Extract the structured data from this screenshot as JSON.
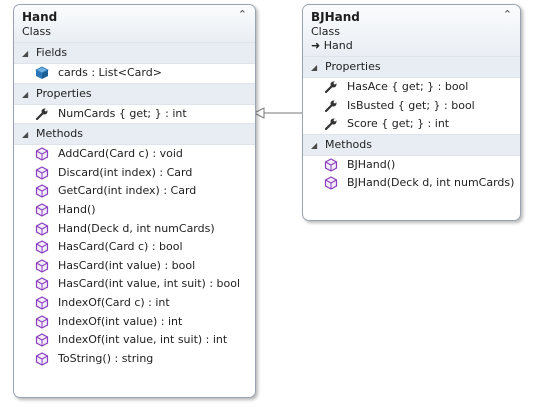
{
  "classes": {
    "hand": {
      "name": "Hand",
      "stereotype": "Class",
      "fields_label": "Fields",
      "fields": [
        "cards : List<Card>"
      ],
      "properties_label": "Properties",
      "properties": [
        "NumCards { get; } : int"
      ],
      "methods_label": "Methods",
      "methods": [
        "AddCard(Card c) : void",
        "Discard(int index) : Card",
        "GetCard(int index) : Card",
        "Hand()",
        "Hand(Deck d, int numCards)",
        "HasCard(Card c) : bool",
        "HasCard(int value) : bool",
        "HasCard(int value, int suit) : bool",
        "IndexOf(Card c) : int",
        "IndexOf(int value) : int",
        "IndexOf(int value, int suit) : int",
        "ToString() : string"
      ]
    },
    "bjhand": {
      "name": "BJHand",
      "stereotype": "Class",
      "base": "Hand",
      "properties_label": "Properties",
      "properties": [
        "HasAce { get; } : bool",
        "IsBusted { get; } : bool",
        "Score { get; } : int"
      ],
      "methods_label": "Methods",
      "methods": [
        "BJHand()",
        "BJHand(Deck d, int numCards)"
      ]
    }
  },
  "icons": {
    "collapse": "double-chevron-up-icon",
    "section_toggle": "triangle-down-icon",
    "field": "field-cube-icon",
    "property": "wrench-icon",
    "method": "method-cube-icon",
    "inheritance": "inheritance-arrow-icon"
  },
  "colors": {
    "header_bg": "#e9eef4",
    "border": "#9aa4b0",
    "method_icon": "#8a3fbf",
    "field_icon": "#2a78b8",
    "property_icon": "#333333"
  }
}
